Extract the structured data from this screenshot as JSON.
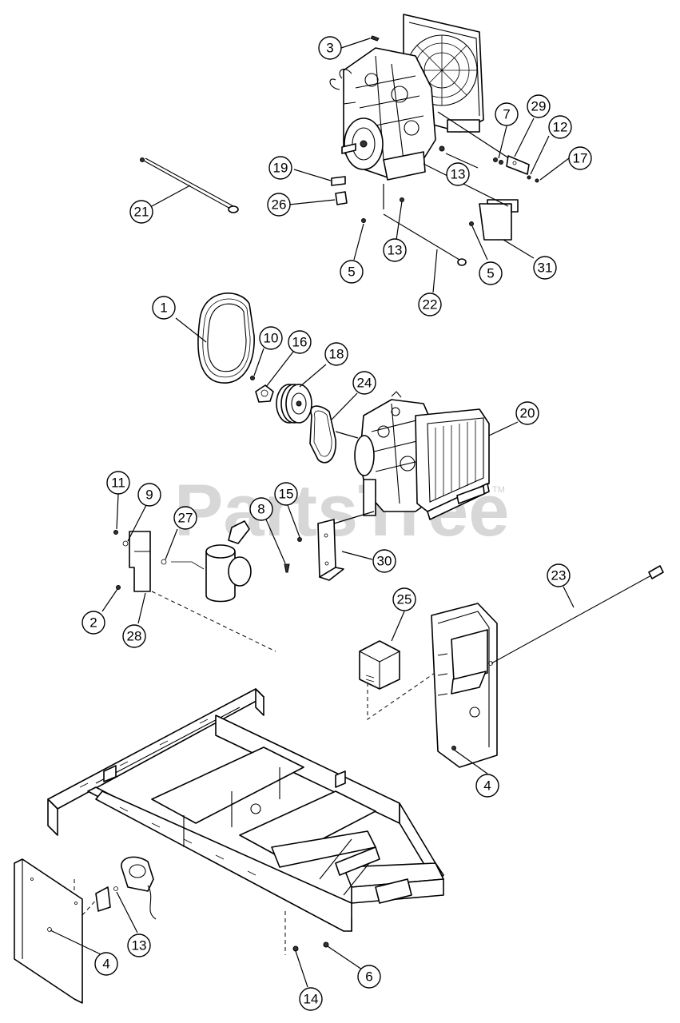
{
  "watermark": {
    "text": "PartsTree",
    "trademark": "TM"
  },
  "callouts": [
    "3",
    "7",
    "29",
    "12",
    "17",
    "19",
    "13",
    "21",
    "26",
    "13",
    "5",
    "5",
    "31",
    "22",
    "1",
    "10",
    "16",
    "18",
    "24",
    "20",
    "11",
    "9",
    "27",
    "15",
    "8",
    "30",
    "2",
    "28",
    "23",
    "25",
    "4",
    "4",
    "13",
    "6",
    "14"
  ]
}
